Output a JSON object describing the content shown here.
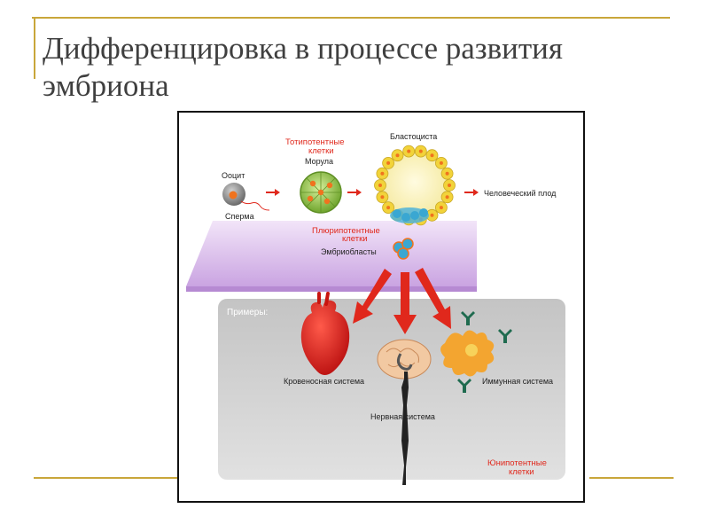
{
  "slide": {
    "title_line1": "Дифференцировка в процессе развития",
    "title_line2": "эмбриона"
  },
  "diagram": {
    "labels": {
      "oocyte": "Ооцит",
      "sperm": "Сперма",
      "totipotent_line1": "Тотипотентные",
      "totipotent_line2": "клетки",
      "morula": "Морула",
      "blastocyst": "Бластоциста",
      "human_fetus": "Человеческий плод",
      "pluripotent_line1": "Плюрипотентные",
      "pluripotent_line2": "клетки",
      "embryoblasts": "Эмбриобласты",
      "examples": "Примеры:",
      "circulatory": "Кровеносная система",
      "nervous": "Нервная система",
      "immune": "Иммунная система",
      "unipotent_line1": "Юнипотентные",
      "unipotent_line2": "клетки"
    },
    "colors": {
      "accent_red": "#e0281c",
      "title_gold": "#c9a63a",
      "platform_violet": "#d9b8ea",
      "panel_gray": "#cfcfcf",
      "morula_green": "#8cc63f",
      "blastocyst_yellow": "#f2d33a"
    }
  }
}
